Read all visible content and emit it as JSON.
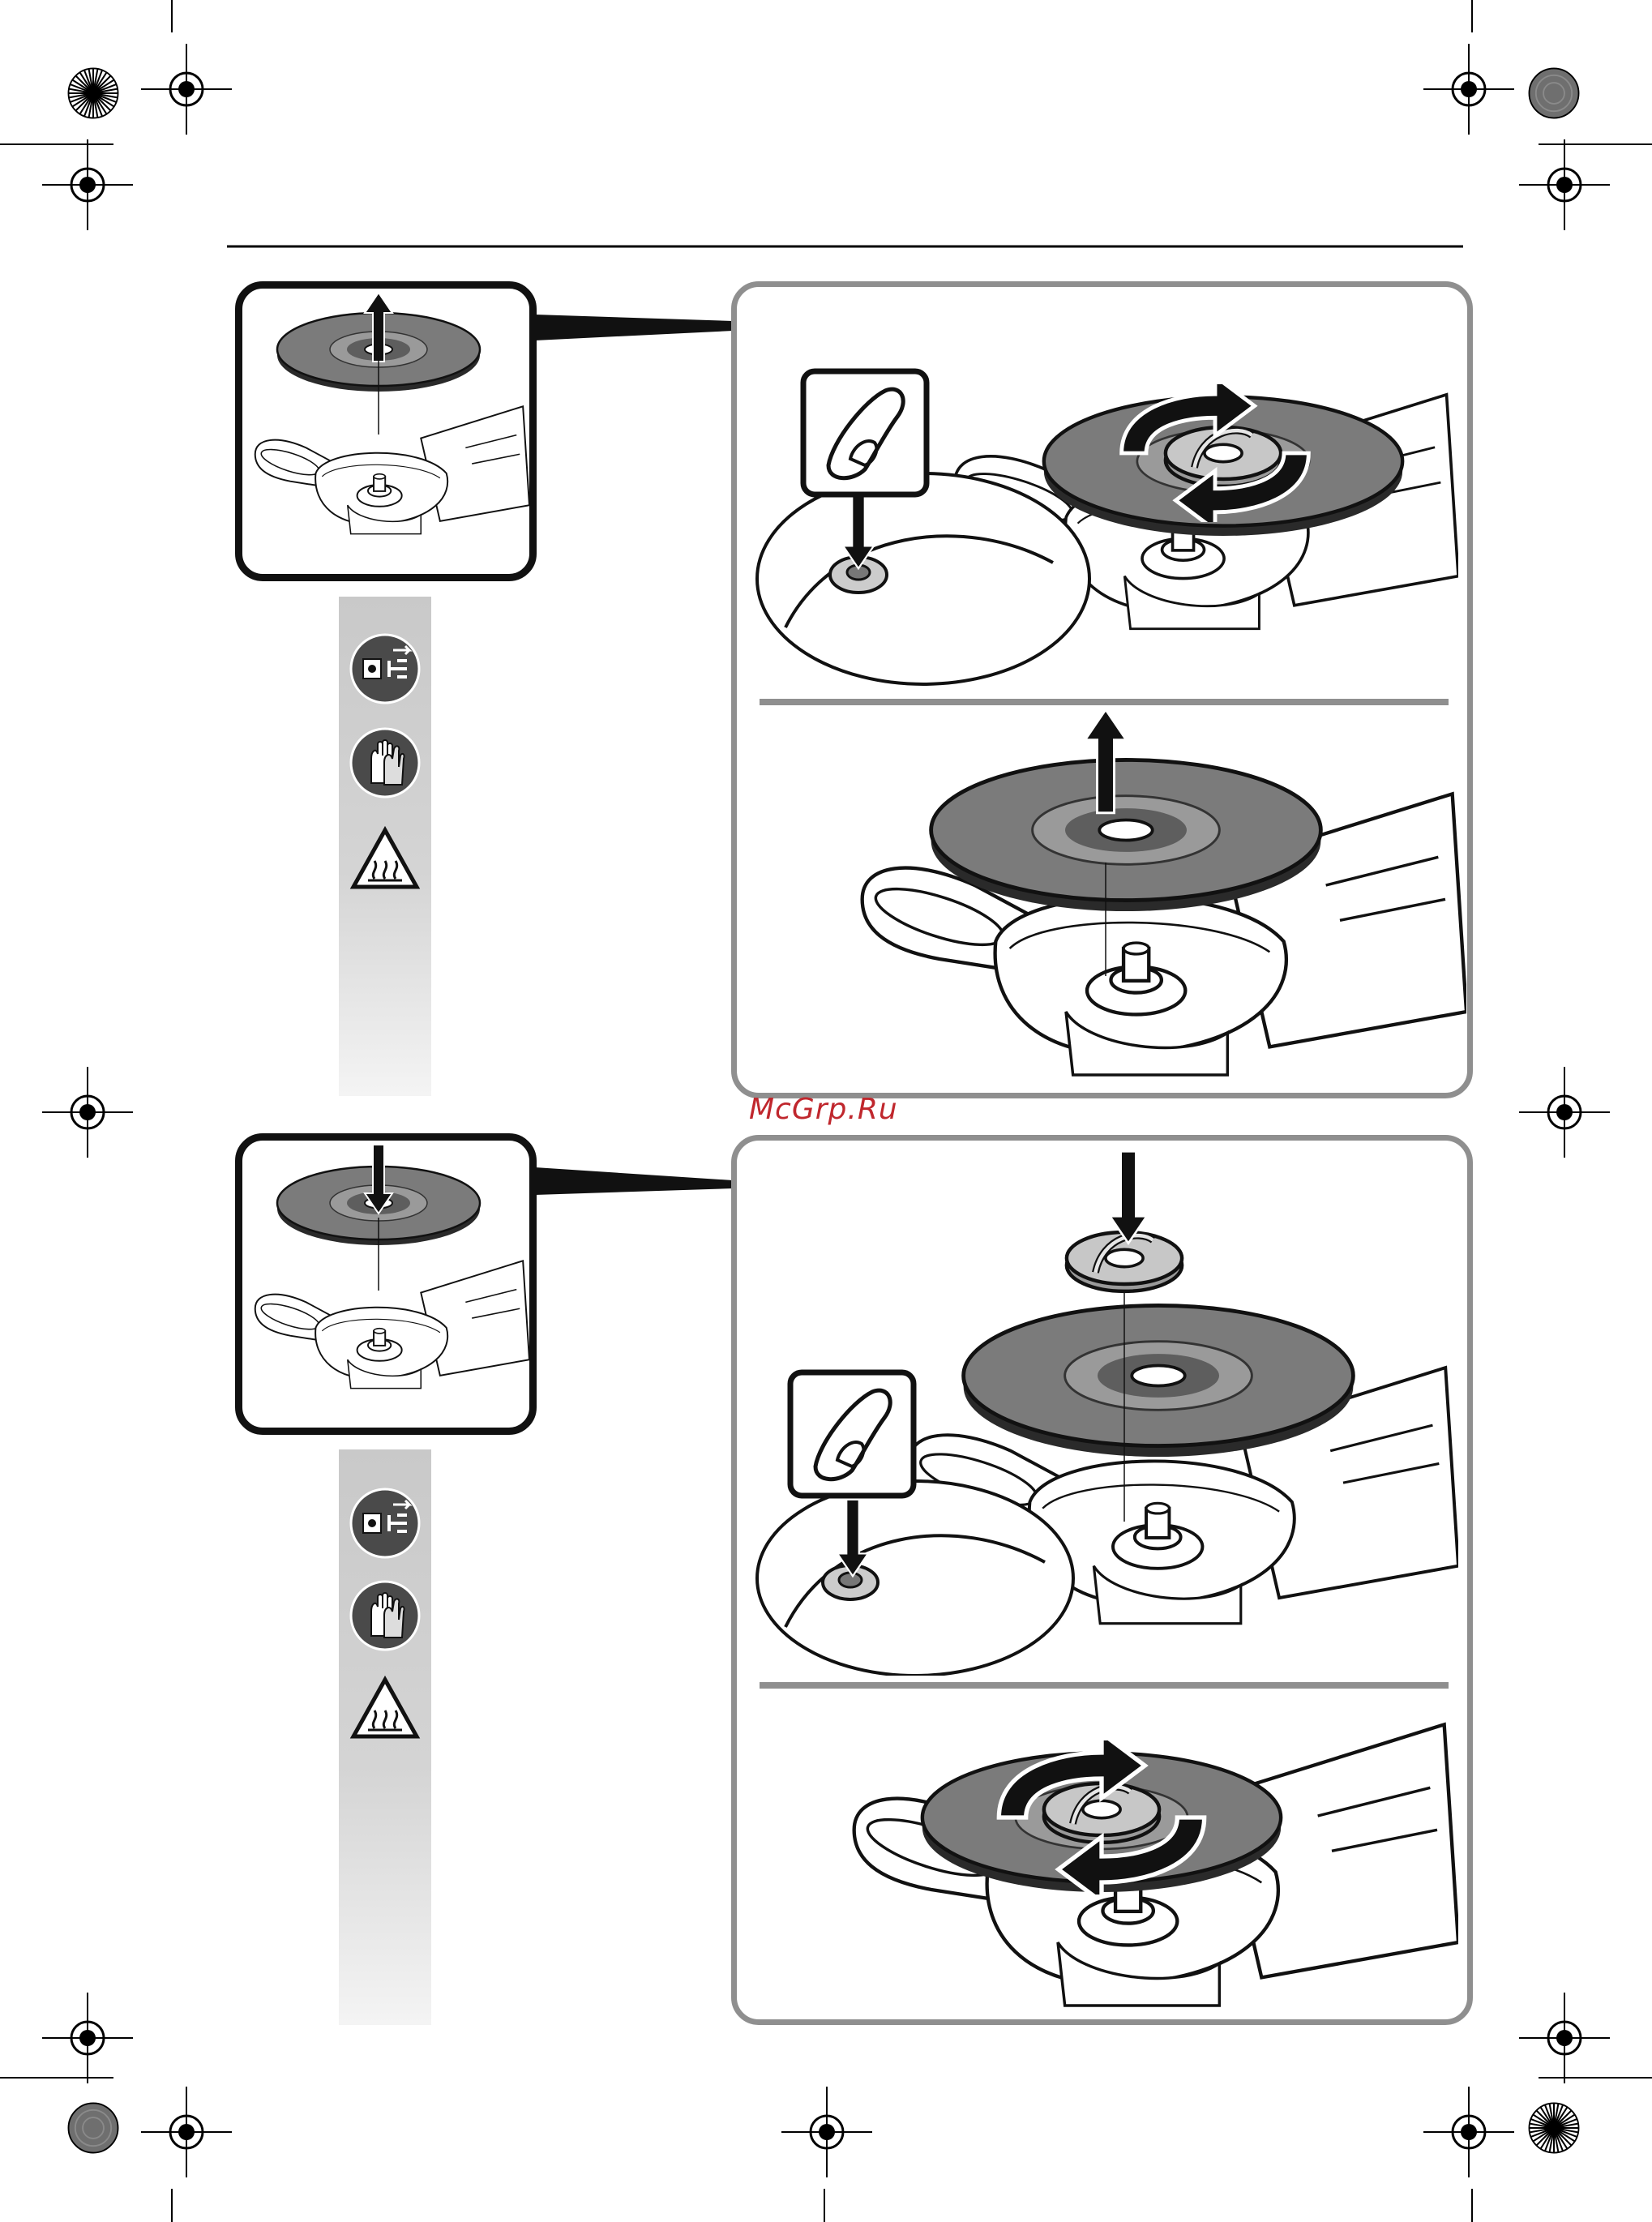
{
  "watermark": {
    "text": "McGrp.Ru",
    "color": "#c0272d"
  },
  "colors": {
    "frame_gray": "#8f8f8f",
    "thumb_black": "#111111",
    "disc_gray": "#7b7b7b",
    "strip_gray": "#c9c9c9"
  },
  "sections": [
    {
      "name": "removal",
      "thumbnail_icons": [
        "grinding-disc-icon",
        "arrow-up-icon"
      ],
      "side_icons": [
        "unplug-icon",
        "gloves-icon",
        "hot-surface-warning-icon"
      ],
      "steps": [
        {
          "icons": [
            "finger-press-icon",
            "arrow-down-icon",
            "rotate-arrows-icon"
          ]
        },
        {
          "icons": [
            "grinding-disc-icon",
            "arrow-up-icon"
          ]
        }
      ]
    },
    {
      "name": "mounting",
      "thumbnail_icons": [
        "grinding-disc-icon",
        "arrow-down-icon"
      ],
      "side_icons": [
        "unplug-icon",
        "gloves-icon",
        "hot-surface-warning-icon"
      ],
      "steps": [
        {
          "icons": [
            "clamp-nut-icon",
            "arrow-down-icon",
            "finger-press-icon"
          ]
        },
        {
          "icons": [
            "rotate-arrows-icon"
          ]
        }
      ]
    }
  ]
}
